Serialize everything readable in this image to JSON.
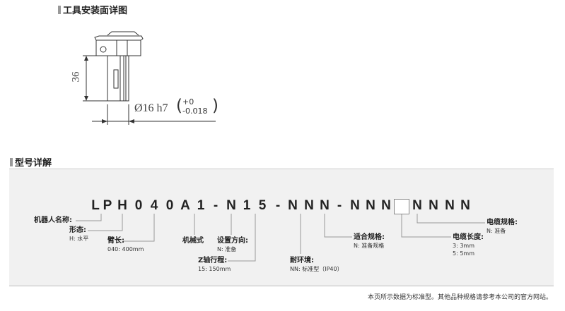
{
  "section1_title": "工具安装面详图",
  "drawing": {
    "height_dim": "36",
    "diameter": "Ø16 h7",
    "tol_plus": "+0",
    "tol_minus": "-0.018"
  },
  "section2_title": "型号详解",
  "code": [
    "L",
    "P",
    "H",
    "0",
    "4",
    "0",
    "A",
    "1",
    "-",
    "N",
    "1",
    "5",
    "-",
    "N",
    "N",
    "N",
    "-",
    "N",
    "N",
    "N",
    "",
    "N",
    "N",
    "N",
    "N"
  ],
  "labels": {
    "robot_name": "机器人名称:",
    "form": "形态:",
    "form_val": "H: 水平",
    "arm": "臂长:",
    "arm_val": "040: 400mm",
    "mech": "机械式",
    "dir": "设置方向:",
    "dir_val": "N: 准备",
    "z": "Z轴行程:",
    "z_val": "15: 150mm",
    "env": "耐环境:",
    "env_val": "NN: 标准型（IP40）",
    "fit": "适合规格:",
    "fit_val": "N: 准备规格",
    "cable_len": "电缆长度:",
    "cable_len_val1": "3: 3mm",
    "cable_len_val2": "5: 5mm",
    "cable_spec": "电缆规格:",
    "cable_spec_val": "N: 准备"
  },
  "note": "本页所示数据为标准型。其他品种规格请参考本公司的官方网站。"
}
